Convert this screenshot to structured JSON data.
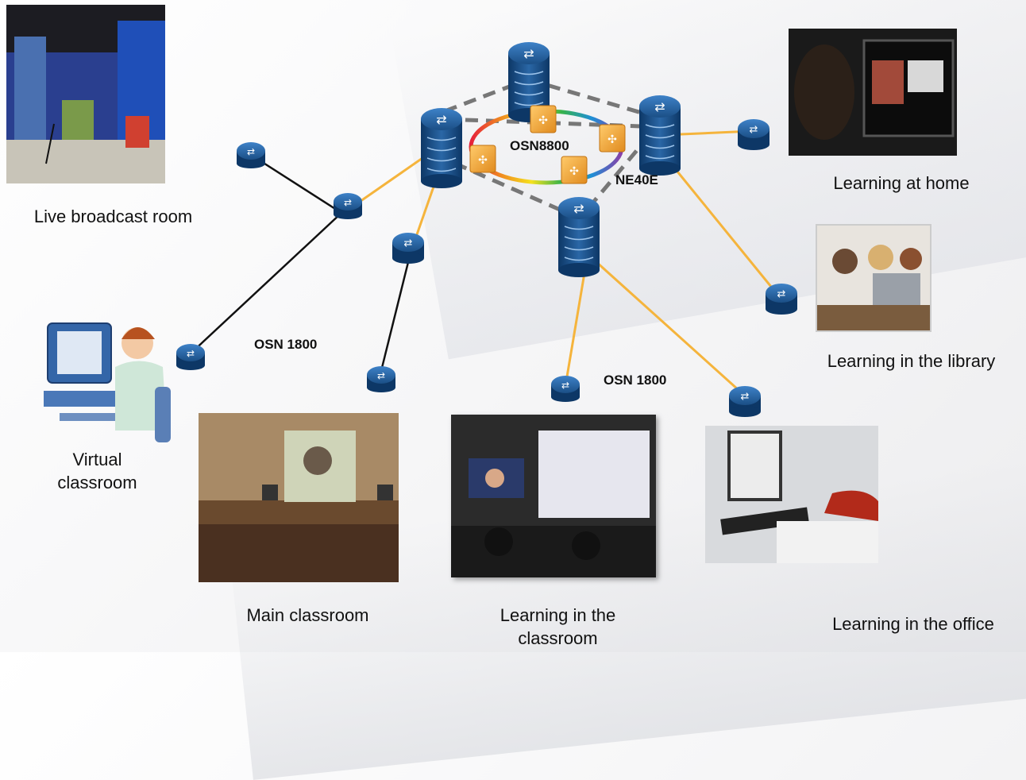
{
  "labels": {
    "live_broadcast": "Live broadcast room",
    "virtual_classroom": "Virtual classroom",
    "main_classroom": "Main classroom",
    "learning_classroom": "Learning in the classroom",
    "learning_home": "Learning at home",
    "learning_library": "Learning in the library",
    "learning_office": "Learning in the office"
  },
  "tags": {
    "osn8800": "OSN8800",
    "ne40e": "NE40E",
    "osn1800_left": "OSN 1800",
    "osn1800_right": "OSN 1800"
  },
  "colors": {
    "access_link": "#f5b43c",
    "legacy_link": "#111111",
    "ring_link": "#777777",
    "router_body": "#1b4f86",
    "switch_body": "#f0a030"
  }
}
